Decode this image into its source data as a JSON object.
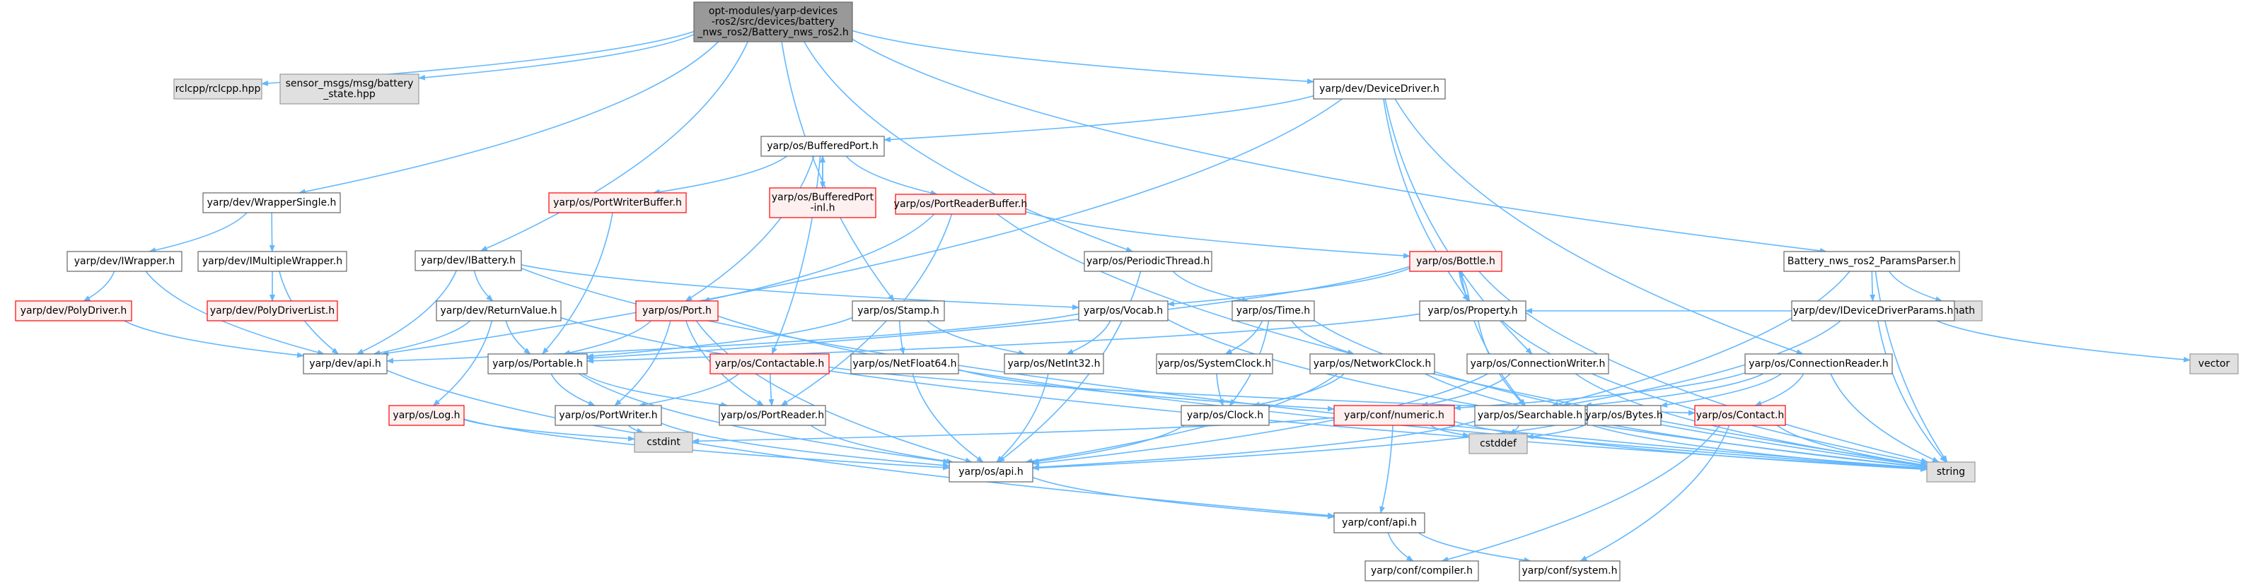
{
  "diagram": {
    "title": "",
    "edge_color": "#63b8ff",
    "colors": {
      "root_fill": "#999999",
      "root_stroke": "#666666",
      "plain_fill": "#ffffff",
      "plain_stroke": "#666666",
      "incomplete_fill": "#fff0f0",
      "incomplete_stroke": "#ff0000",
      "system_fill": "#e0e0e0",
      "system_stroke": "#999999"
    },
    "nodes": [
      {
        "id": "root",
        "lines": [
          "opt-modules/yarp-devices",
          "-ros2/src/devices/battery",
          "_nws_ros2/Battery_nws_ros2.h"
        ],
        "style": "root"
      },
      {
        "id": "rclcpp",
        "lines": [
          "rclcpp/rclcpp.hpp"
        ],
        "style": "system"
      },
      {
        "id": "battery_state",
        "lines": [
          "sensor_msgs/msg/battery",
          "_state.hpp"
        ],
        "style": "system"
      },
      {
        "id": "wrapper_single",
        "lines": [
          "yarp/dev/WrapperSingle.h"
        ],
        "style": "plain"
      },
      {
        "id": "iwrapper",
        "lines": [
          "yarp/dev/IWrapper.h"
        ],
        "style": "plain"
      },
      {
        "id": "imultiple",
        "lines": [
          "yarp/dev/IMultipleWrapper.h"
        ],
        "style": "plain"
      },
      {
        "id": "polydriver",
        "lines": [
          "yarp/dev/PolyDriver.h"
        ],
        "style": "incomplete"
      },
      {
        "id": "polydriverlist",
        "lines": [
          "yarp/dev/PolyDriverList.h"
        ],
        "style": "incomplete"
      },
      {
        "id": "dev_api",
        "lines": [
          "yarp/dev/api.h"
        ],
        "style": "plain"
      },
      {
        "id": "ibattery",
        "lines": [
          "yarp/dev/IBattery.h"
        ],
        "style": "plain"
      },
      {
        "id": "returnvalue",
        "lines": [
          "yarp/dev/ReturnValue.h"
        ],
        "style": "plain"
      },
      {
        "id": "log",
        "lines": [
          "yarp/os/Log.h"
        ],
        "style": "incomplete"
      },
      {
        "id": "bufferedport",
        "lines": [
          "yarp/os/BufferedPort.h"
        ],
        "style": "plain"
      },
      {
        "id": "portwriterbuffer",
        "lines": [
          "yarp/os/PortWriterBuffer.h"
        ],
        "style": "incomplete"
      },
      {
        "id": "bufferedport_inl",
        "lines": [
          "yarp/os/BufferedPort",
          "-inl.h"
        ],
        "style": "incomplete"
      },
      {
        "id": "portreaderbuffer",
        "lines": [
          "yarp/os/PortReaderBuffer.h"
        ],
        "style": "incomplete"
      },
      {
        "id": "port",
        "lines": [
          "yarp/os/Port.h"
        ],
        "style": "incomplete"
      },
      {
        "id": "portable",
        "lines": [
          "yarp/os/Portable.h"
        ],
        "style": "plain"
      },
      {
        "id": "contactable",
        "lines": [
          "yarp/os/Contactable.h"
        ],
        "style": "incomplete"
      },
      {
        "id": "portwriter",
        "lines": [
          "yarp/os/PortWriter.h"
        ],
        "style": "plain"
      },
      {
        "id": "portreader",
        "lines": [
          "yarp/os/PortReader.h"
        ],
        "style": "plain"
      },
      {
        "id": "cstdint",
        "lines": [
          "cstdint"
        ],
        "style": "system"
      },
      {
        "id": "os_api",
        "lines": [
          "yarp/os/api.h"
        ],
        "style": "plain"
      },
      {
        "id": "stamp",
        "lines": [
          "yarp/os/Stamp.h"
        ],
        "style": "plain"
      },
      {
        "id": "netfloat64",
        "lines": [
          "yarp/os/NetFloat64.h"
        ],
        "style": "plain"
      },
      {
        "id": "netint32",
        "lines": [
          "yarp/os/NetInt32.h"
        ],
        "style": "plain"
      },
      {
        "id": "periodicthread",
        "lines": [
          "yarp/os/PeriodicThread.h"
        ],
        "style": "plain"
      },
      {
        "id": "vocab",
        "lines": [
          "yarp/os/Vocab.h"
        ],
        "style": "plain"
      },
      {
        "id": "time",
        "lines": [
          "yarp/os/Time.h"
        ],
        "style": "plain"
      },
      {
        "id": "systemclock",
        "lines": [
          "yarp/os/SystemClock.h"
        ],
        "style": "plain"
      },
      {
        "id": "networkclock",
        "lines": [
          "yarp/os/NetworkClock.h"
        ],
        "style": "plain"
      },
      {
        "id": "clock",
        "lines": [
          "yarp/os/Clock.h"
        ],
        "style": "plain"
      },
      {
        "id": "devicedriver",
        "lines": [
          "yarp/dev/DeviceDriver.h"
        ],
        "style": "plain"
      },
      {
        "id": "bottle",
        "lines": [
          "yarp/os/Bottle.h"
        ],
        "style": "incomplete"
      },
      {
        "id": "property",
        "lines": [
          "yarp/os/Property.h"
        ],
        "style": "plain"
      },
      {
        "id": "connectionwriter",
        "lines": [
          "yarp/os/ConnectionWriter.h"
        ],
        "style": "plain"
      },
      {
        "id": "connectionreader",
        "lines": [
          "yarp/os/ConnectionReader.h"
        ],
        "style": "plain"
      },
      {
        "id": "numeric",
        "lines": [
          "yarp/conf/numeric.h"
        ],
        "style": "incomplete"
      },
      {
        "id": "searchable",
        "lines": [
          "yarp/os/Searchable.h"
        ],
        "style": "plain"
      },
      {
        "id": "bytes",
        "lines": [
          "yarp/os/Bytes.h"
        ],
        "style": "plain"
      },
      {
        "id": "contact",
        "lines": [
          "yarp/os/Contact.h"
        ],
        "style": "incomplete"
      },
      {
        "id": "cstddef",
        "lines": [
          "cstddef"
        ],
        "style": "system"
      },
      {
        "id": "string",
        "lines": [
          "string"
        ],
        "style": "system"
      },
      {
        "id": "params_parser",
        "lines": [
          "Battery_nws_ros2_ParamsParser.h"
        ],
        "style": "plain"
      },
      {
        "id": "cmath",
        "lines": [
          "cmath"
        ],
        "style": "system"
      },
      {
        "id": "ideviceparams",
        "lines": [
          "yarp/dev/IDeviceDriverParams.h"
        ],
        "style": "plain"
      },
      {
        "id": "vector",
        "lines": [
          "vector"
        ],
        "style": "system"
      },
      {
        "id": "conf_api",
        "lines": [
          "yarp/conf/api.h"
        ],
        "style": "plain"
      },
      {
        "id": "compiler",
        "lines": [
          "yarp/conf/compiler.h"
        ],
        "style": "plain"
      },
      {
        "id": "system",
        "lines": [
          "yarp/conf/system.h"
        ],
        "style": "plain"
      }
    ],
    "edges": [
      [
        "root",
        "rclcpp"
      ],
      [
        "root",
        "battery_state"
      ],
      [
        "root",
        "wrapper_single"
      ],
      [
        "root",
        "ibattery"
      ],
      [
        "root",
        "stamp"
      ],
      [
        "root",
        "periodicthread"
      ],
      [
        "root",
        "devicedriver"
      ],
      [
        "root",
        "params_parser"
      ],
      [
        "wrapper_single",
        "iwrapper"
      ],
      [
        "wrapper_single",
        "imultiple"
      ],
      [
        "iwrapper",
        "polydriver"
      ],
      [
        "iwrapper",
        "dev_api"
      ],
      [
        "imultiple",
        "polydriverlist"
      ],
      [
        "imultiple",
        "dev_api"
      ],
      [
        "polydriver",
        "dev_api"
      ],
      [
        "dev_api",
        "conf_api"
      ],
      [
        "ibattery",
        "returnvalue"
      ],
      [
        "ibattery",
        "dev_api"
      ],
      [
        "ibattery",
        "vocab"
      ],
      [
        "ibattery",
        "string"
      ],
      [
        "returnvalue",
        "log"
      ],
      [
        "returnvalue",
        "portable"
      ],
      [
        "returnvalue",
        "dev_api"
      ],
      [
        "returnvalue",
        "string"
      ],
      [
        "log",
        "os_api"
      ],
      [
        "log",
        "cstdint"
      ],
      [
        "devicedriver",
        "bufferedport"
      ],
      [
        "devicedriver",
        "dev_api"
      ],
      [
        "devicedriver",
        "property"
      ],
      [
        "devicedriver",
        "connectionwriter"
      ],
      [
        "devicedriver",
        "connectionreader"
      ],
      [
        "bufferedport",
        "portwriterbuffer"
      ],
      [
        "bufferedport",
        "bufferedport_inl"
      ],
      [
        "bufferedport",
        "portreaderbuffer"
      ],
      [
        "bufferedport",
        "port"
      ],
      [
        "bufferedport",
        "contactable"
      ],
      [
        "bufferedport_inl",
        "bufferedport"
      ],
      [
        "portwriterbuffer",
        "portable"
      ],
      [
        "portreaderbuffer",
        "port"
      ],
      [
        "portreaderbuffer",
        "bottle"
      ],
      [
        "portreaderbuffer",
        "portreader"
      ],
      [
        "portreaderbuffer",
        "string"
      ],
      [
        "port",
        "portable"
      ],
      [
        "port",
        "portwriter"
      ],
      [
        "port",
        "portreader"
      ],
      [
        "port",
        "os_api"
      ],
      [
        "port",
        "string"
      ],
      [
        "contactable",
        "portwriter"
      ],
      [
        "contactable",
        "portreader"
      ],
      [
        "contactable",
        "contact"
      ],
      [
        "portable",
        "portwriter"
      ],
      [
        "portable",
        "portreader"
      ],
      [
        "portable",
        "os_api"
      ],
      [
        "portwriter",
        "os_api"
      ],
      [
        "portwriter",
        "cstdint"
      ],
      [
        "portreader",
        "os_api"
      ],
      [
        "os_api",
        "conf_api"
      ],
      [
        "stamp",
        "portable"
      ],
      [
        "stamp",
        "netfloat64"
      ],
      [
        "stamp",
        "netint32"
      ],
      [
        "netfloat64",
        "os_api"
      ],
      [
        "netfloat64",
        "numeric"
      ],
      [
        "netint32",
        "os_api"
      ],
      [
        "periodicthread",
        "time"
      ],
      [
        "periodicthread",
        "os_api"
      ],
      [
        "vocab",
        "netint32"
      ],
      [
        "vocab",
        "string"
      ],
      [
        "vocab",
        "dev_api"
      ],
      [
        "time",
        "systemclock"
      ],
      [
        "time",
        "networkclock"
      ],
      [
        "time",
        "clock"
      ],
      [
        "time",
        "string"
      ],
      [
        "systemclock",
        "clock"
      ],
      [
        "networkclock",
        "clock"
      ],
      [
        "networkclock",
        "os_api"
      ],
      [
        "networkclock",
        "string"
      ],
      [
        "clock",
        "os_api"
      ],
      [
        "bottle",
        "vocab"
      ],
      [
        "bottle",
        "portable"
      ],
      [
        "bottle",
        "property"
      ],
      [
        "bottle",
        "searchable"
      ],
      [
        "bottle",
        "string"
      ],
      [
        "property",
        "bottle"
      ],
      [
        "property",
        "portable"
      ],
      [
        "property",
        "searchable"
      ],
      [
        "property",
        "string"
      ],
      [
        "connectionwriter",
        "numeric"
      ],
      [
        "connectionwriter",
        "os_api"
      ],
      [
        "connectionwriter",
        "string"
      ],
      [
        "connectionreader",
        "numeric"
      ],
      [
        "connectionreader",
        "searchable"
      ],
      [
        "connectionreader",
        "bytes"
      ],
      [
        "connectionreader",
        "contact"
      ],
      [
        "connectionreader",
        "string"
      ],
      [
        "numeric",
        "conf_api"
      ],
      [
        "numeric",
        "cstddef"
      ],
      [
        "numeric",
        "string"
      ],
      [
        "numeric",
        "cstdint"
      ],
      [
        "searchable",
        "os_api"
      ],
      [
        "searchable",
        "cstddef"
      ],
      [
        "searchable",
        "string"
      ],
      [
        "bytes",
        "os_api"
      ],
      [
        "bytes",
        "cstddef"
      ],
      [
        "contact",
        "compiler"
      ],
      [
        "contact",
        "system"
      ],
      [
        "contact",
        "string"
      ],
      [
        "params_parser",
        "cmath"
      ],
      [
        "params_parser",
        "ideviceparams"
      ],
      [
        "params_parser",
        "string"
      ],
      [
        "params_parser",
        "searchable"
      ],
      [
        "ideviceparams",
        "searchable"
      ],
      [
        "ideviceparams",
        "vector"
      ],
      [
        "ideviceparams",
        "string"
      ],
      [
        "ideviceparams",
        "property"
      ],
      [
        "conf_api",
        "compiler"
      ],
      [
        "conf_api",
        "system"
      ]
    ]
  }
}
